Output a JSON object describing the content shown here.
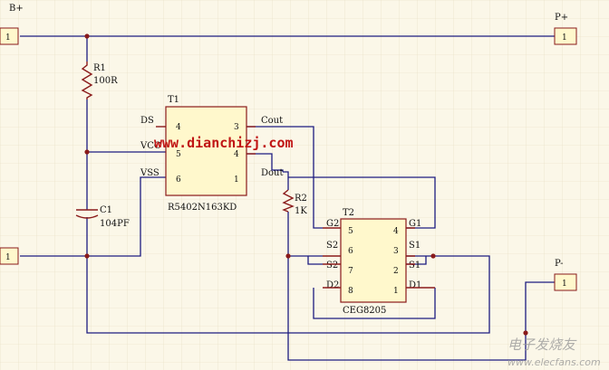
{
  "ports": {
    "b_plus": {
      "label": "B+",
      "pin": "1"
    },
    "b_minus": {
      "label": "",
      "pin": "1"
    },
    "p_plus": {
      "label": "P+",
      "pin": "1"
    },
    "p_minus": {
      "label": "P-",
      "pin": "1"
    }
  },
  "r1": {
    "name": "R1",
    "value": "100R"
  },
  "c1": {
    "name": "C1",
    "value": "104PF"
  },
  "r2": {
    "name": "R2",
    "value": "1K"
  },
  "t1": {
    "name": "T1",
    "part": "R5402N163KD",
    "left_labels": [
      "DS",
      "VCC",
      "VSS"
    ],
    "left_pins": [
      "4",
      "5",
      "6"
    ],
    "right_labels": [
      "Cout",
      "Dout"
    ],
    "right_pins": [
      "3",
      "4",
      "1"
    ]
  },
  "t2": {
    "name": "T2",
    "part": "CEG8205",
    "left_labels": [
      "G2",
      "S2",
      "S2",
      "D2"
    ],
    "left_pins": [
      "5",
      "6",
      "7",
      "8"
    ],
    "right_labels": [
      "G1",
      "S1",
      "S1",
      "D1"
    ],
    "right_pins": [
      "4",
      "3",
      "2",
      "1"
    ]
  },
  "watermark": "www.dianchizj.com",
  "watermark2": "电子发烧友",
  "watermark3": "www.elecfans.com",
  "colors": {
    "wire": "#1c1c80",
    "component": "#8a1a1a",
    "chip_fill": "#fff8cc",
    "background": "#fbf7e8",
    "watermark": "#c01414"
  }
}
